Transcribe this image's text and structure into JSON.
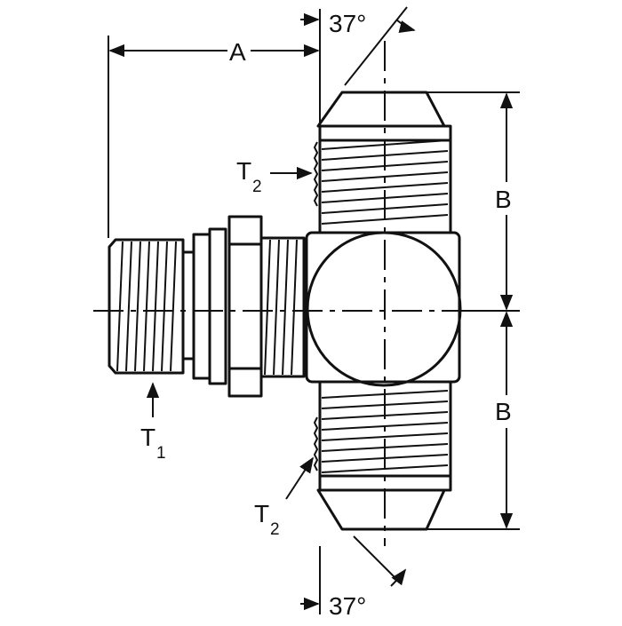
{
  "diagram": {
    "dimension_a": "A",
    "dimension_b_upper": "B",
    "dimension_b_lower": "B",
    "angle_top": "37°",
    "angle_bottom": "37°",
    "thread_t1": {
      "letter": "T",
      "sub": "1"
    },
    "thread_t2_upper": {
      "letter": "T",
      "sub": "2"
    },
    "thread_t2_lower": {
      "letter": "T",
      "sub": "2"
    }
  },
  "colors": {
    "ink": "#111111",
    "paper": "#ffffff"
  }
}
